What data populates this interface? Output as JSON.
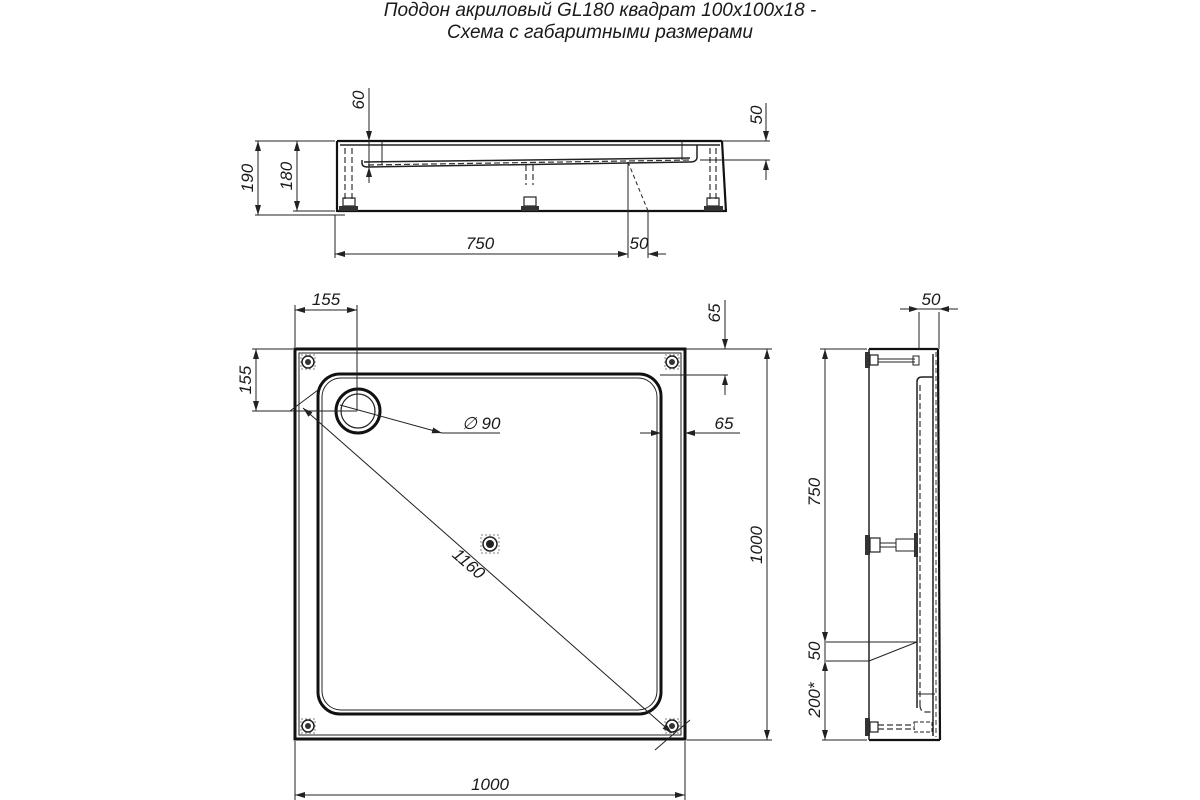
{
  "title": {
    "line1": "Поддон акриловый  GL180 квадрат 100x100x18 -",
    "line2": "Схема с габаритными размерами"
  },
  "front_view": {
    "dimensions": {
      "overall_height": "190",
      "body_height": "180",
      "rim_offset_left": "60",
      "rim_offset_right": "50",
      "leg_spacing": "750",
      "slope_offset": "50"
    }
  },
  "plan_view": {
    "dimensions": {
      "corner_offset_x": "155",
      "corner_offset_y": "155",
      "rim_top": "65",
      "rim_side": "65",
      "drain_diameter": "∅ 90",
      "diagonal": "1160",
      "width": "1000",
      "depth": "1000"
    }
  },
  "side_view": {
    "dimensions": {
      "rim_width": "50",
      "leg_spacing": "750",
      "slope_offset": "50",
      "bottom_offset": "200*"
    }
  },
  "colors": {
    "line": "#111111",
    "background": "#ffffff",
    "text": "#1a1a1a"
  }
}
